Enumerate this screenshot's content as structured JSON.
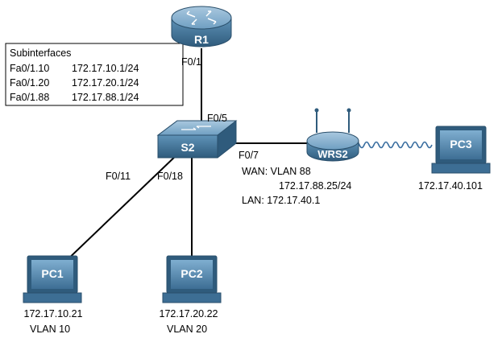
{
  "subinterfaces": {
    "title": "Subinterfaces",
    "rows": [
      {
        "iface": "Fa0/1.10",
        "addr": "172.17.10.1/24"
      },
      {
        "iface": "Fa0/1.20",
        "addr": "172.17.20.1/24"
      },
      {
        "iface": "Fa0/1.88",
        "addr": "172.17.88.1/24"
      }
    ]
  },
  "devices": {
    "r1": "R1",
    "s2": "S2",
    "wrs2": "WRS2",
    "pc1": "PC1",
    "pc2": "PC2",
    "pc3": "PC3"
  },
  "ports": {
    "r1_s2_r1": "F0/1",
    "r1_s2_s2": "F0/5",
    "s2_wrs2": "F0/7",
    "s2_pc1": "F0/11",
    "s2_pc2": "F0/18"
  },
  "wrs2_info": {
    "wan": "WAN: VLAN 88",
    "wan_ip": "172.17.88.25/24",
    "lan": "LAN:  172.17.40.1"
  },
  "hosts": {
    "pc1_ip": "172.17.10.21",
    "pc1_vlan": "VLAN 10",
    "pc2_ip": "172.17.20.22",
    "pc2_vlan": "VLAN 20",
    "pc3_ip": "172.17.40.101"
  },
  "colors": {
    "device_fill": "#4a7fa6",
    "device_dark": "#2f5b7c",
    "device_light": "#8fb6d3",
    "link": "#000000",
    "wireless": "#3a6ea0"
  }
}
